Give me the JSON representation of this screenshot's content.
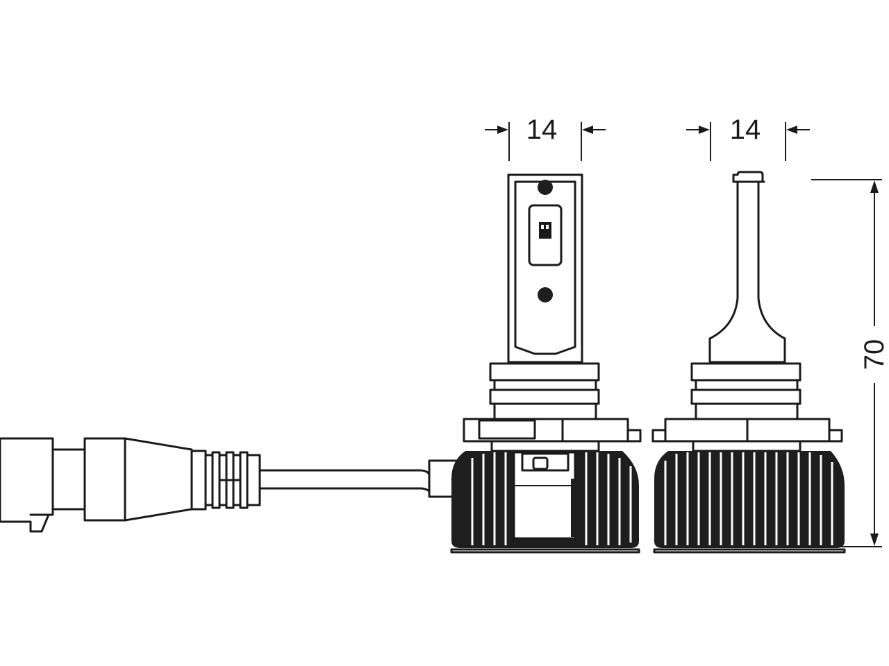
{
  "dimensions": {
    "left_bulb_width": "14",
    "right_bulb_width": "14",
    "height": "70"
  },
  "colors": {
    "stroke": "#1a1a1a",
    "background": "#ffffff",
    "heatsink": "#1e1e1e"
  }
}
